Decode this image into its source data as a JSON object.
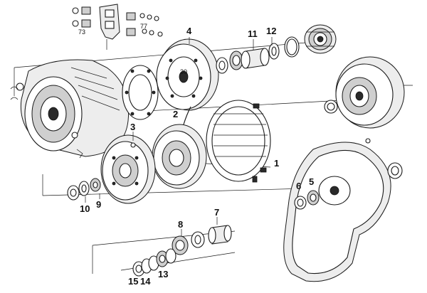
{
  "callouts": {
    "c1": "1",
    "c2": "2",
    "c3": "3",
    "c4": "4",
    "c5": "5",
    "c6": "6",
    "c7": "7",
    "c8": "8",
    "c9": "9",
    "c10": "10",
    "c11": "11",
    "c12": "12",
    "c13": "13",
    "c14": "14",
    "c15": "15"
  },
  "inline_labels": {
    "bracket_73": "73",
    "bracket_77": "77",
    "disc_30": "30"
  },
  "colors": {
    "ink": "#1a1a1a",
    "paper": "#ffffff",
    "shade": "#cfcfcf"
  }
}
